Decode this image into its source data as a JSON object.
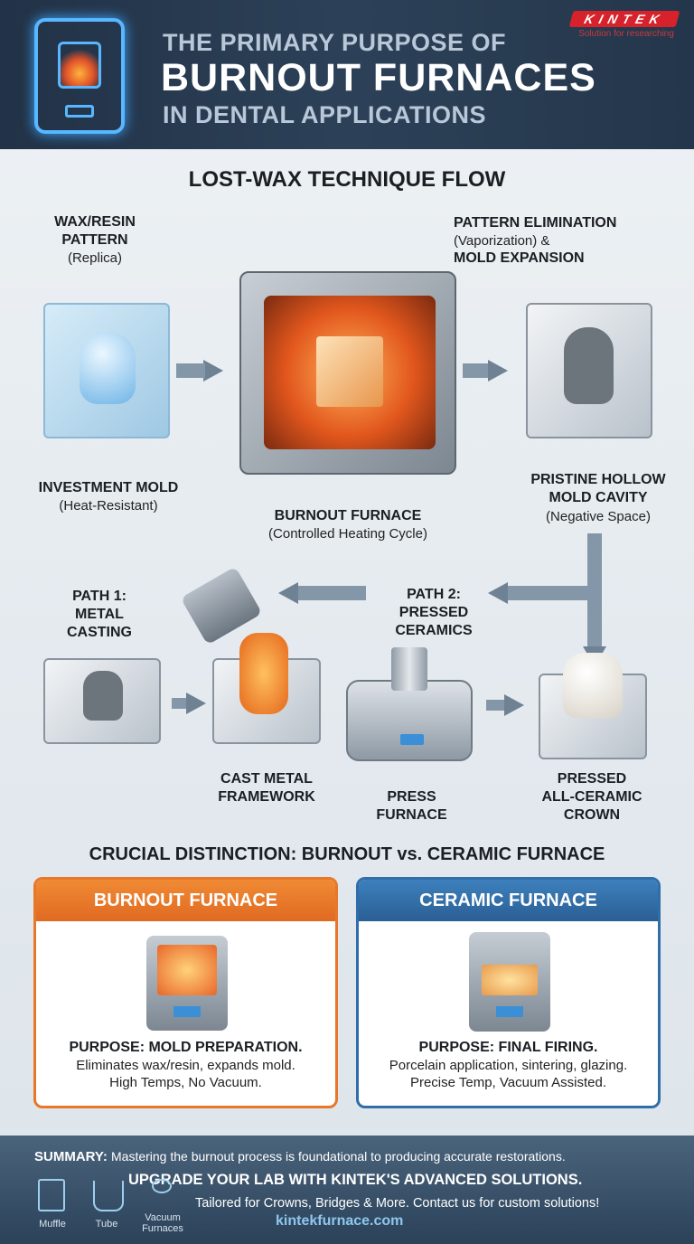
{
  "header": {
    "line1": "THE PRIMARY PURPOSE OF",
    "line2": "BURNOUT FURNACES",
    "line3": "IN DENTAL APPLICATIONS",
    "logo": "KINTEK",
    "logo_tagline": "Solution for researching"
  },
  "flow": {
    "title": "LOST-WAX TECHNIQUE FLOW",
    "wax_title": [
      "WAX/RESIN",
      "PATTERN"
    ],
    "wax_sub": "(Replica)",
    "mold_title": "INVESTMENT MOLD",
    "mold_sub": "(Heat-Resistant)",
    "elim_title": "PATTERN ELIMINATION",
    "elim_sub": "(Vaporization) &",
    "elim_title2": "MOLD EXPANSION",
    "furnace_title": "BURNOUT FURNACE",
    "furnace_sub": "(Controlled Heating Cycle)",
    "cavity_title": [
      "PRISTINE HOLLOW",
      "MOLD CAVITY"
    ],
    "cavity_sub": "(Negative Space)",
    "path1": [
      "PATH 1:",
      "METAL",
      "CASTING"
    ],
    "path2": [
      "PATH 2:",
      "PRESSED",
      "CERAMICS"
    ],
    "cast": [
      "CAST METAL",
      "FRAMEWORK"
    ],
    "press": "PRESS FURNACE",
    "crown": [
      "PRESSED",
      "ALL-CERAMIC",
      "CROWN"
    ]
  },
  "distinction": {
    "title": "CRUCIAL DISTINCTION: BURNOUT vs. CERAMIC FURNACE",
    "burnout": {
      "header": "BURNOUT FURNACE",
      "purpose": "PURPOSE: MOLD PREPARATION.",
      "line1": "Eliminates wax/resin, expands mold.",
      "line2": "High Temps, No Vacuum.",
      "color": "#e8772a"
    },
    "ceramic": {
      "header": "CERAMIC FURNACE",
      "purpose": "PURPOSE: FINAL FIRING.",
      "line1": "Porcelain application, sintering, glazing.",
      "line2": "Precise Temp, Vacuum Assisted.",
      "color": "#2f6ea8"
    }
  },
  "footer": {
    "summary_label": "SUMMARY:",
    "summary": "Mastering the burnout process is foundational to producing accurate restorations.",
    "upgrade": "UPGRADE YOUR LAB WITH KINTEK'S ADVANCED SOLUTIONS.",
    "tailored": "Tailored for Crowns, Bridges & More. Contact us for custom solutions!",
    "url": "kintekfurnace.com",
    "icons": [
      "Muffle",
      "Tube",
      "Vacuum Furnaces"
    ]
  }
}
